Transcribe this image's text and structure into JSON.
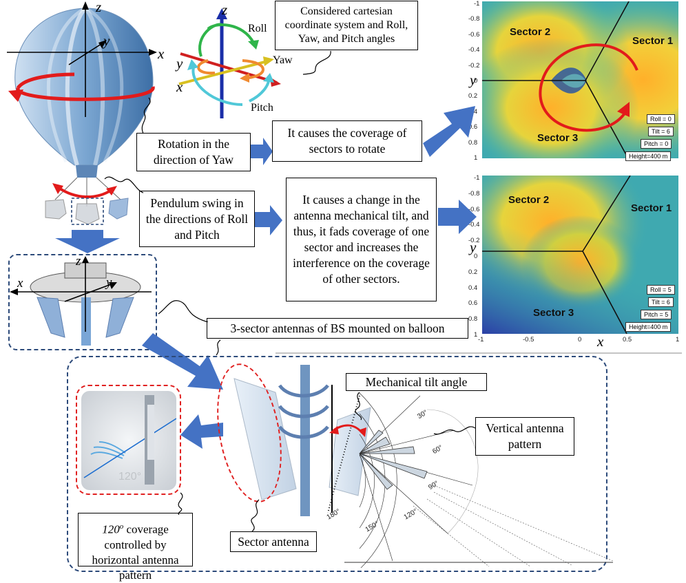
{
  "boxes": {
    "cartesian_note": "Considered cartesian coordinate system and Roll, Yaw, and Pitch angles",
    "rotation": "Rotation in the direction of Yaw",
    "rotate_effect": "It causes the coverage of sectors to rotate",
    "pendulum": "Pendulum swing in the directions of Roll and Pitch",
    "tilt_effect": "It causes a change in the antenna mechanical tilt, and thus, it fads coverage of one sector and increases the interference on the coverage of other sectors.",
    "antennas": "3-sector antennas of BS mounted on balloon",
    "mech_tilt": "Mechanical tilt angle",
    "vertical_pattern": "Vertical antenna pattern",
    "coverage_120": "coverage controlled by horizontal antenna pattern",
    "coverage_120_prefix": "120",
    "coverage_120_sup": "o",
    "sector_antenna": "Sector antenna"
  },
  "axes": {
    "z": "z",
    "y": "y",
    "x": "x",
    "roll": "Roll",
    "yaw": "Yaw",
    "pitch": "Pitch"
  },
  "heatmap_top": {
    "sector_1": "Sector 1",
    "sector_2": "Sector 2",
    "sector_3": "Sector 3",
    "roll": "Roll = 0",
    "tilt": "Tilt = 6",
    "pitch": "Pitch = 0",
    "height": "Height=400 m"
  },
  "heatmap_bottom": {
    "sector_1": "Sector 1",
    "sector_2": "Sector 2",
    "sector_3": "Sector 3",
    "roll": "Roll = 5",
    "tilt": "Tilt = 6",
    "pitch": "Pitch = 5",
    "height": "Height=400 m"
  },
  "y_ticks": [
    "-1",
    "-0.8",
    "-0.6",
    "-0.4",
    "-0.2",
    "0",
    "0.2",
    "0.4",
    "0.6",
    "0.8",
    "1"
  ],
  "x_ticks": [
    "-1",
    "-0.5",
    "0",
    "0.5",
    "1"
  ],
  "polar": {
    "angles": [
      "30°",
      "60°",
      "90°",
      "120°",
      "150°",
      "180°"
    ],
    "image_label": "120°"
  }
}
